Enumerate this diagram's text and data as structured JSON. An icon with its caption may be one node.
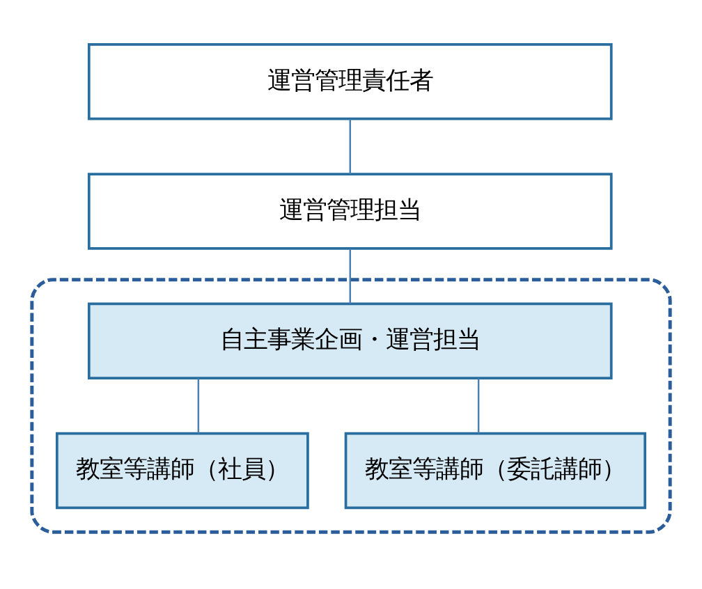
{
  "diagram": {
    "nodes": [
      {
        "text": [
          "運営管理責任者"
        ]
      },
      {
        "text": [
          "運営管理担当"
        ]
      },
      {
        "text": [],
        "shape": "box"
      },
      {
        "text": [
          "自主事業企画・運営担当"
        ],
        "in": 2
      },
      {
        "text": [
          "教室等講師（社員）"
        ],
        "in": 2
      },
      {
        "text": [
          "教室等講師（委託講師）"
        ],
        "in": 2
      }
    ],
    "edges": [
      {
        "from": 0,
        "to": 1,
        "arrow": "none"
      },
      {
        "from": 1,
        "to": 3,
        "arrow": "none"
      },
      {
        "from": 3,
        "to": 4,
        "arrow": "none"
      },
      {
        "from": 3,
        "to": 5,
        "arrow": "none"
      }
    ]
  }
}
